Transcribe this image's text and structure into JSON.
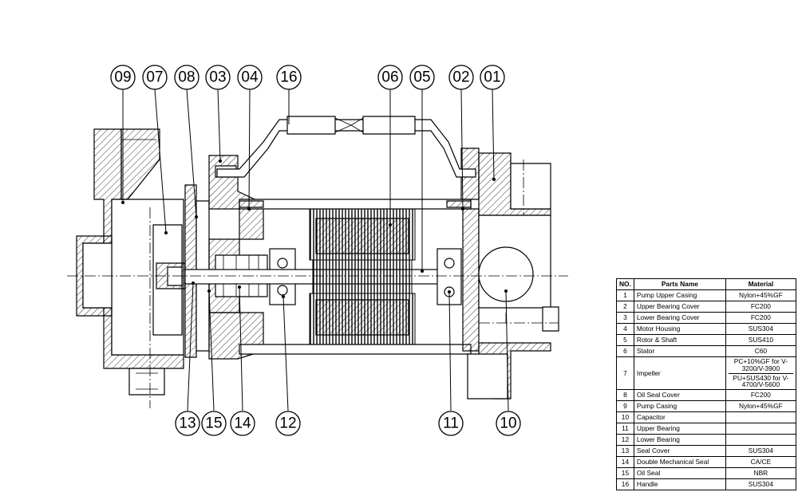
{
  "callouts_top": [
    "09",
    "07",
    "08",
    "03",
    "04",
    "16",
    "06",
    "05",
    "02",
    "01"
  ],
  "callouts_bottom": [
    "13",
    "15",
    "14",
    "12",
    "11",
    "10"
  ],
  "table": {
    "headers": [
      "NO.",
      "Parts Name",
      "Material"
    ],
    "rows": [
      {
        "no": "1",
        "name": "Pump Upper Casing",
        "material": [
          "Nylon+45%GF"
        ]
      },
      {
        "no": "2",
        "name": "Upper Bearing Cover",
        "material": [
          "FC200"
        ]
      },
      {
        "no": "3",
        "name": "Lower Bearing Cover",
        "material": [
          "FC200"
        ]
      },
      {
        "no": "4",
        "name": "Motor Housing",
        "material": [
          "SUS304"
        ]
      },
      {
        "no": "5",
        "name": "Rotor & Shaft",
        "material": [
          "SUS410"
        ]
      },
      {
        "no": "6",
        "name": "Stator",
        "material": [
          "C60"
        ]
      },
      {
        "no": "7",
        "name": "Impeller",
        "material": [
          "PC+10%GF for V-3200/V-3900",
          "PU+SUS430 for V-4700/V-5600"
        ]
      },
      {
        "no": "8",
        "name": "Oil Seal Cover",
        "material": [
          "FC200"
        ]
      },
      {
        "no": "9",
        "name": "Pump Casing",
        "material": [
          "Nylon+45%GF"
        ]
      },
      {
        "no": "10",
        "name": "Capacitor",
        "material": [
          ""
        ]
      },
      {
        "no": "11",
        "name": "Upper Bearing",
        "material": [
          ""
        ]
      },
      {
        "no": "12",
        "name": "Lower Bearing",
        "material": [
          ""
        ]
      },
      {
        "no": "13",
        "name": "Seal Cover",
        "material": [
          "SUS304"
        ]
      },
      {
        "no": "14",
        "name": "Double Mechanical Seal",
        "material": [
          "CA/CE"
        ]
      },
      {
        "no": "15",
        "name": "Oil Seal",
        "material": [
          "NBR"
        ]
      },
      {
        "no": "16",
        "name": "Handle",
        "material": [
          "SUS304"
        ]
      }
    ]
  }
}
